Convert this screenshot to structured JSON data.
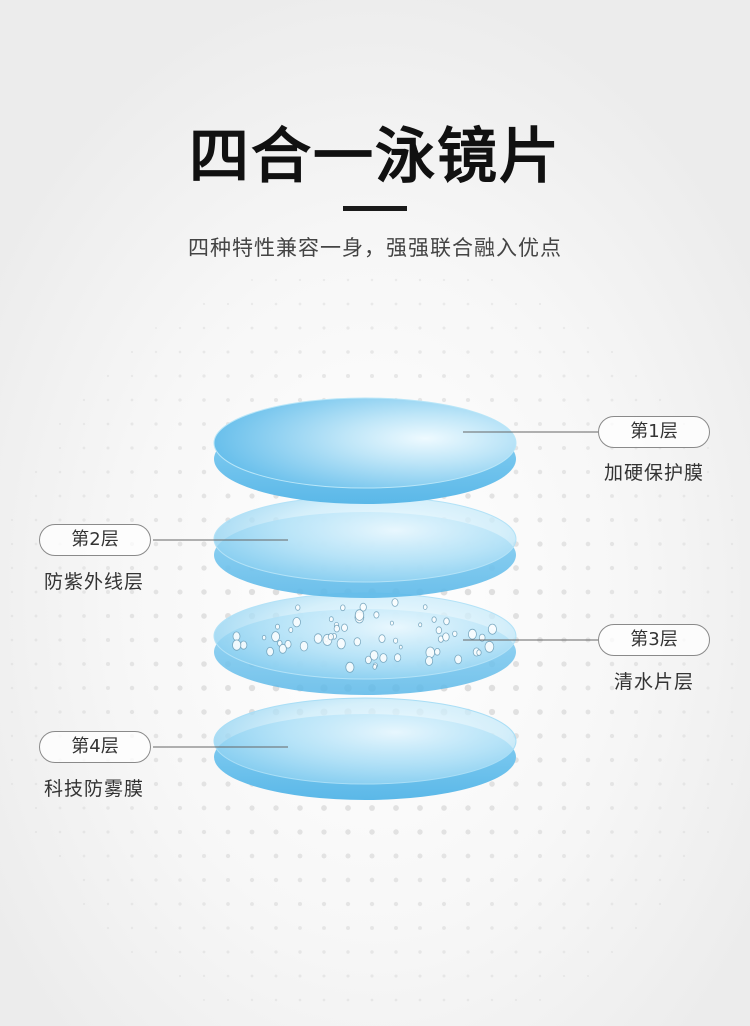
{
  "title": "四合一泳镜片",
  "subtitle": "四种特性兼容一身，强强联合融入优点",
  "layers": [
    {
      "badge": "第1层",
      "caption": "加硬保护膜"
    },
    {
      "badge": "第2层",
      "caption": "防紫外线层"
    },
    {
      "badge": "第3层",
      "caption": "清水片层"
    },
    {
      "badge": "第4层",
      "caption": "科技防雾膜"
    }
  ],
  "colors": {
    "lens_blue": "#5bbbea",
    "lens_light": "#d6f0fb",
    "line": "#666666"
  }
}
